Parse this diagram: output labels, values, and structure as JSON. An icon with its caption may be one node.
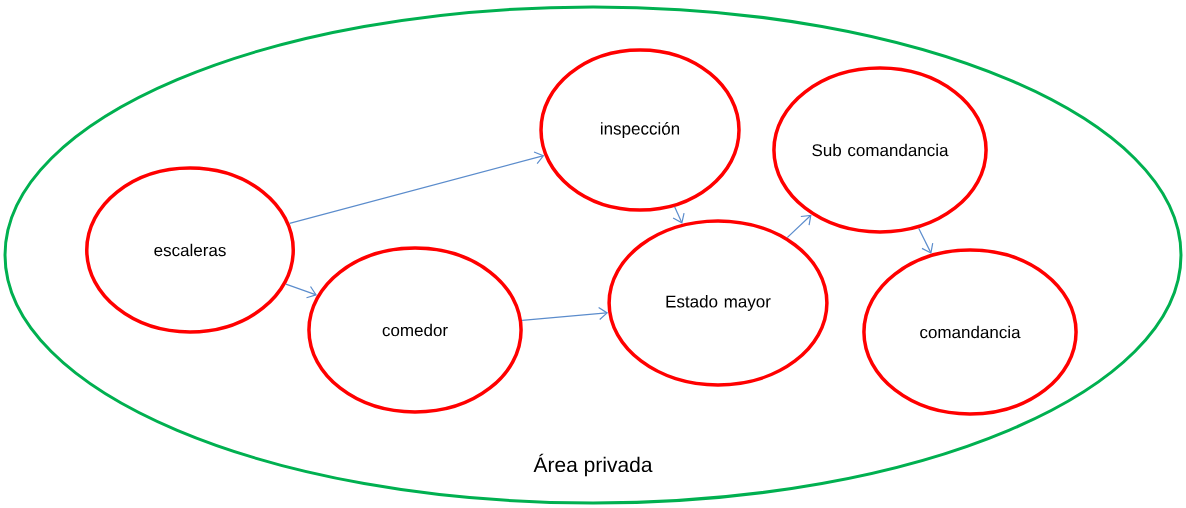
{
  "diagram": {
    "nodes": [
      {
        "text": [
          "Área privada"
        ]
      },
      {
        "text": [
          "escaleras"
        ],
        "in": 0
      },
      {
        "text": [
          "comedor"
        ],
        "in": 0
      },
      {
        "text": [
          "inspección"
        ],
        "in": 0
      },
      {
        "text": [
          "Estado mayor"
        ],
        "in": 0
      },
      {
        "text": [
          "Sub comandancia"
        ],
        "in": 0
      },
      {
        "text": [
          "comandancia"
        ],
        "in": 0
      }
    ],
    "edges": [
      {
        "from": 1,
        "to": 3,
        "arrow": "to"
      },
      {
        "from": 1,
        "to": 2,
        "arrow": "to"
      },
      {
        "from": 2,
        "to": 4,
        "arrow": "to"
      },
      {
        "from": 3,
        "to": 4,
        "arrow": "to"
      },
      {
        "from": 4,
        "to": 5,
        "arrow": "to"
      },
      {
        "from": 5,
        "to": 6,
        "arrow": "to"
      }
    ]
  }
}
